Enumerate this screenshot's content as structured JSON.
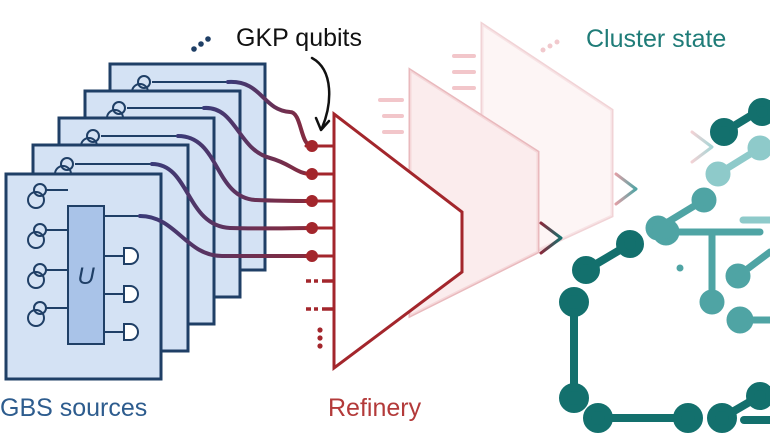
{
  "labels": {
    "gbs_sources": "GBS sources",
    "refinery": "Refinery",
    "gkp_qubits": "GKP qubits",
    "cluster_state": "Cluster state",
    "unitary": "U"
  },
  "colors": {
    "source_fill": "#d4e2f4",
    "source_stroke": "#1f3f66",
    "unitary_fill": "#a9c3e8",
    "refinery_stroke": "#a3262c",
    "refinery_fill": "#ffffff",
    "cluster_dark": "#13706d",
    "cluster_mid": "#4fa4a4",
    "cluster_light": "#8ecaca",
    "gbs_text": "#2d5c8e",
    "refinery_text": "#b33a3a",
    "cluster_text": "#1f7c78"
  },
  "icons": [
    "ellipsis-icon",
    "arrow-icon",
    "detector-icon",
    "squeezer-icon"
  ]
}
